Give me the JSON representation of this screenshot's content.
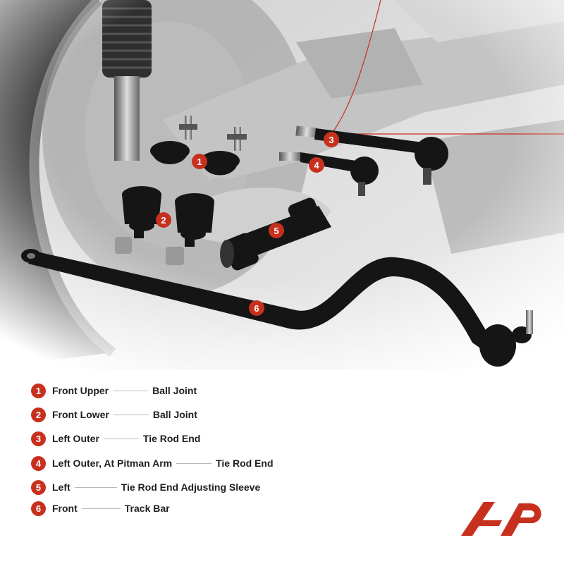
{
  "legend": [
    {
      "num": "1",
      "position": "Front Upper",
      "part": "Ball Joint"
    },
    {
      "num": "2",
      "position": "Front Lower",
      "part": "Ball Joint"
    },
    {
      "num": "3",
      "position": "Left Outer",
      "part": "Tie Rod End"
    },
    {
      "num": "4",
      "position": "Left Outer, At Pitman Arm",
      "part": "Tie Rod End"
    },
    {
      "num": "5",
      "position": "Left",
      "part": "Tie Rod End Adjusting Sleeve"
    },
    {
      "num": "6",
      "position": "Front",
      "part": "Track Bar"
    }
  ],
  "colors": {
    "accent": "#c8301e",
    "part_black": "#151515",
    "background_gray": "#d9d9d9"
  },
  "logo": {
    "icon": "brand-logo-icon"
  }
}
